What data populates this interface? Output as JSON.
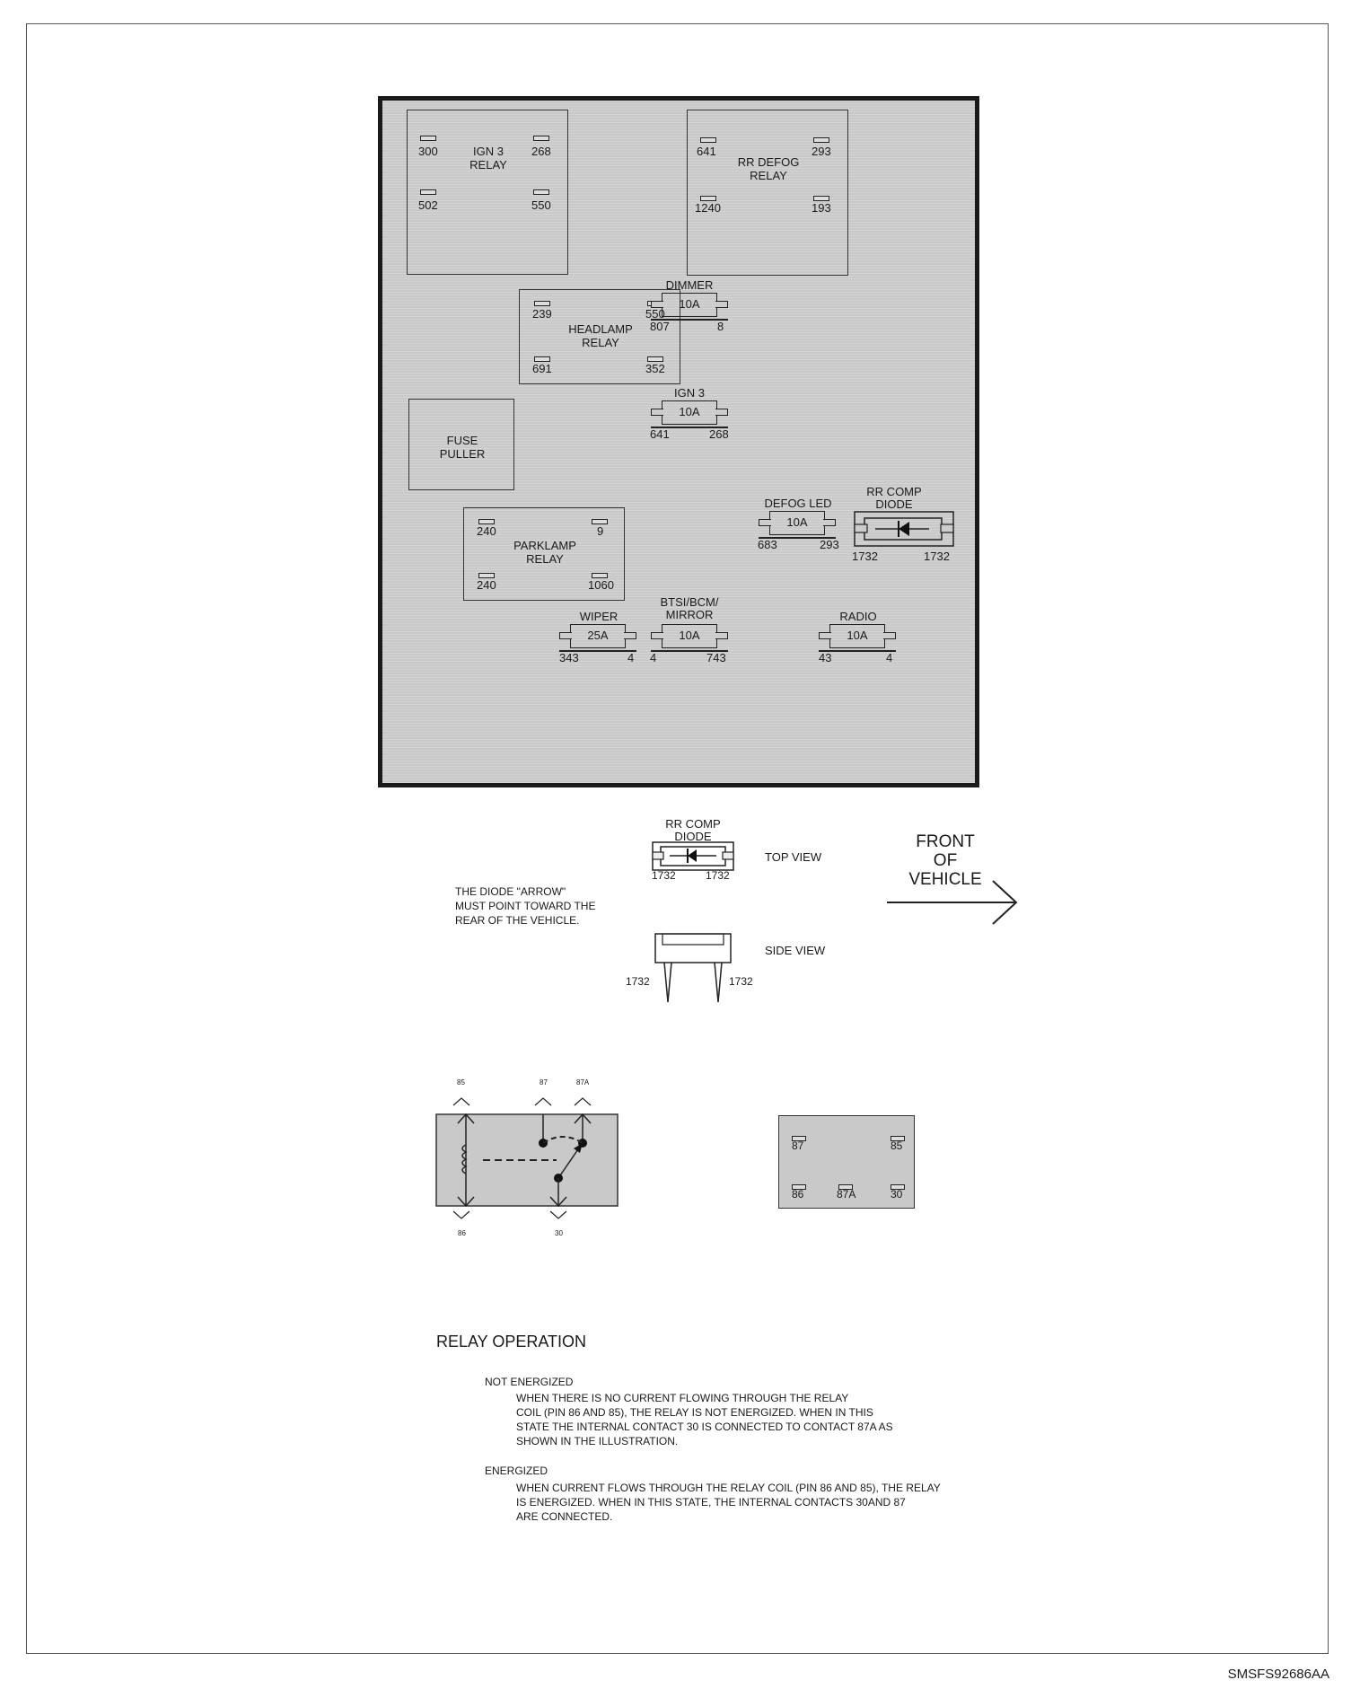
{
  "page_id": "SMSFS92686AA",
  "fuse_block": {
    "ign3_relay": {
      "label": "IGN 3\nRELAY",
      "pins": [
        "300",
        "268",
        "502",
        "550"
      ]
    },
    "rr_defog_relay": {
      "label": "RR DEFOG\nRELAY",
      "pins": [
        "641",
        "293",
        "1240",
        "193"
      ]
    },
    "headlamp_relay": {
      "label": "HEADLAMP\nRELAY",
      "pins": [
        "239",
        "550",
        "691",
        "352"
      ]
    },
    "fuse_puller": {
      "label": "FUSE\nPULLER"
    },
    "parklamp_relay": {
      "label": "PARKLAMP\nRELAY",
      "pins": [
        "240",
        "9",
        "240",
        "1060"
      ]
    },
    "fuses": [
      {
        "name": "DIMMER",
        "amp": "10A",
        "left_pin": "807",
        "right_pin": "8"
      },
      {
        "name": "IGN 3",
        "amp": "10A",
        "left_pin": "641",
        "right_pin": "268"
      },
      {
        "name": "DEFOG LED",
        "amp": "10A",
        "left_pin": "683",
        "right_pin": "293"
      },
      {
        "name": "WIPER",
        "amp": "25A",
        "left_pin": "343",
        "right_pin": "4"
      },
      {
        "name": "BTSI/BCM/\nMIRROR",
        "amp": "10A",
        "left_pin": "4",
        "right_pin": "743"
      },
      {
        "name": "RADIO",
        "amp": "10A",
        "left_pin": "43",
        "right_pin": "4"
      }
    ],
    "rr_comp_diode": {
      "label": "RR COMP\nDIODE",
      "left_pin": "1732",
      "right_pin": "1732"
    }
  },
  "diode_detail": {
    "label": "RR COMP\nDIODE",
    "top_view": "TOP VIEW",
    "side_view": "SIDE VIEW",
    "pins_top": [
      "1732",
      "1732"
    ],
    "pins_side": [
      "1732",
      "1732"
    ],
    "note": "THE DIODE \"ARROW\"\nMUST POINT TOWARD THE\nREAR OF THE VEHICLE.",
    "front_label": "FRONT\nOF\nVEHICLE"
  },
  "relay_schematic": {
    "pins_top": [
      "85",
      "87",
      "87A"
    ],
    "pins_bottom": [
      "86",
      "30"
    ]
  },
  "relay_footprint": {
    "pins": [
      "87",
      "85",
      "86",
      "87A",
      "30"
    ]
  },
  "relay_operation": {
    "title": "RELAY OPERATION",
    "not_energized_title": "NOT ENERGIZED",
    "not_energized_text": "WHEN THERE IS NO CURRENT FLOWING THROUGH THE RELAY\nCOIL (PIN 86 AND 85), THE RELAY IS NOT ENERGIZED.  WHEN IN THIS\nSTATE THE INTERNAL CONTACT 30 IS CONNECTED TO CONTACT 87A AS\nSHOWN IN THE ILLUSTRATION.",
    "energized_title": "ENERGIZED",
    "energized_text": "WHEN CURRENT FLOWS THROUGH THE RELAY COIL (PIN 86 AND 85), THE RELAY\nIS ENERGIZED.  WHEN IN THIS STATE, THE INTERNAL CONTACTS 30AND 87\nARE CONNECTED."
  }
}
